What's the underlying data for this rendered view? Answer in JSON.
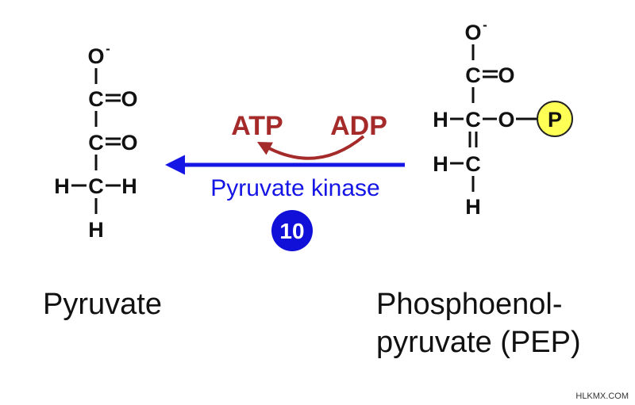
{
  "pyruvate": {
    "atoms": {
      "o_minus": "O",
      "charge": "-",
      "c1": "C",
      "o1": "O",
      "c2": "C",
      "o2": "O",
      "h_left": "H",
      "c3": "C",
      "h_right": "H",
      "h_bottom": "H"
    },
    "name": "Pyruvate"
  },
  "pep": {
    "atoms": {
      "o_minus": "O",
      "charge": "-",
      "c1": "C",
      "o1": "O",
      "h_left": "H",
      "c2": "C",
      "o_link": "O",
      "phosphate": "P",
      "h_left2": "H",
      "c3": "C",
      "h_bottom": "H"
    },
    "name_line1": "Phosphoenol-",
    "name_line2": "pyruvate (PEP)"
  },
  "reaction": {
    "atp": "ATP",
    "adp": "ADP",
    "enzyme": "Pyruvate kinase",
    "step": "10"
  },
  "colors": {
    "main_arrow": "#1515e6",
    "cofactor": "#a52a2a",
    "phosphate_fill": "#ffff55",
    "step_badge": "#1010d8"
  },
  "watermark": "HLKMX.COM"
}
